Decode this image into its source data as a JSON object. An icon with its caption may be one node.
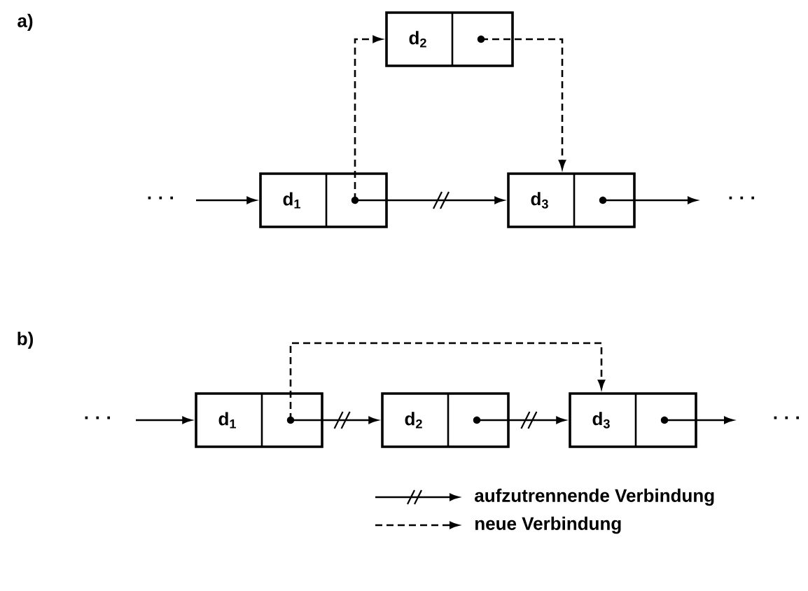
{
  "diagram": {
    "nodes": [
      {
        "text": [
          "d$_{1}$"
        ]
      },
      {
        "text": [
          "d$_{2}$"
        ]
      },
      {
        "text": [
          "d$_{3}$"
        ]
      },
      {
        "text": [
          "d$_{1}$"
        ]
      },
      {
        "text": [
          "d$_{2}$"
        ]
      },
      {
        "text": [
          "d$_{3}$"
        ]
      }
    ],
    "edges": [
      {
        "from": null,
        "to": 0,
        "arrow": "to"
      },
      {
        "from": 0,
        "to": 2,
        "arrow": "to"
      },
      {
        "from": 0,
        "to": 1,
        "arrow": "to",
        "style": "dashed"
      },
      {
        "from": 1,
        "to": 2,
        "arrow": "to",
        "style": "dashed"
      },
      {
        "from": 2,
        "to": null,
        "arrow": "to"
      },
      {
        "from": null,
        "to": 3,
        "arrow": "to"
      },
      {
        "from": 3,
        "to": 4,
        "arrow": "to"
      },
      {
        "from": 4,
        "to": 5,
        "arrow": "to"
      },
      {
        "from": 3,
        "to": 5,
        "arrow": "to",
        "style": "dashed"
      },
      {
        "from": 5,
        "to": null,
        "arrow": "to"
      }
    ],
    "labels": [
      "a)",
      "· · ·",
      "· · ·",
      "b)",
      "· · ·",
      "· · ·"
    ],
    "legend": [
      {
        "text": "aufzutrennende Verbindung"
      },
      {
        "text": "neue Verbindung"
      }
    ]
  }
}
